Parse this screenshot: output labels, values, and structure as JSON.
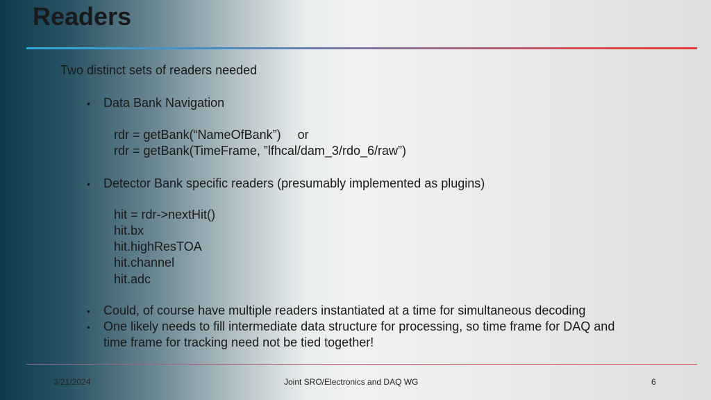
{
  "title": "Readers",
  "intro": "Two distinct sets of readers needed",
  "bullet_char": "•",
  "section1": {
    "heading": "Data Bank Navigation",
    "line1_code": "rdr = getBank(“NameOfBank”)",
    "line1_or": "or",
    "line2": "rdr = getBank(TimeFrame, ”lfhcal/dam_3/rdo_6/raw”)"
  },
  "section2": {
    "heading": "Detector Bank specific readers (presumably implemented as plugins)",
    "lines": [
      "hit = rdr->nextHit()",
      "hit.bx",
      "hit.highResTOA",
      "hit.channel",
      "hit.adc"
    ]
  },
  "section3": {
    "bullet1": "Could, of course have multiple readers instantiated at a time for simultaneous decoding",
    "bullet2_line1": "One likely needs to fill intermediate data structure for processing, so time frame for DAQ and",
    "bullet2_line2": "time frame for tracking need not be tied together!"
  },
  "footer": {
    "date": "3/21/2024",
    "center": "Joint SRO/Electronics and DAQ WG",
    "page": "6"
  },
  "colors": {
    "title_rule_start": "#2fa7d9",
    "title_rule_end": "#e23c3c",
    "left_band": "#0c3a4c"
  }
}
